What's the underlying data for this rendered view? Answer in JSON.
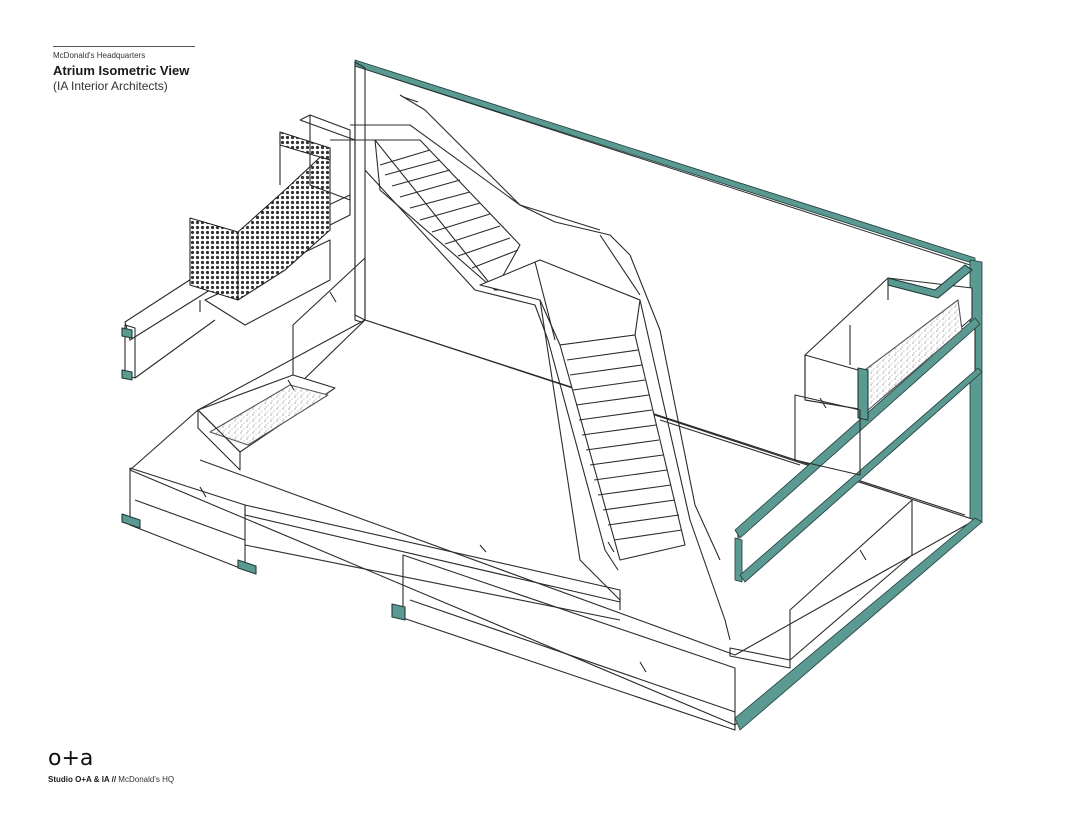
{
  "header": {
    "project": "McDonald's Headquarters",
    "title": "Atrium Isometric View",
    "subtitle": "(IA Interior Architects)"
  },
  "footer": {
    "logo": "o+a",
    "studio": "Studio O+A & IA",
    "separator": " // ",
    "client": "McDonald's HQ"
  },
  "colors": {
    "line": "#2b2b2b",
    "accent": "#5b9a93",
    "mesh": "#3a3a3a",
    "planter": "#9a9a9a"
  }
}
